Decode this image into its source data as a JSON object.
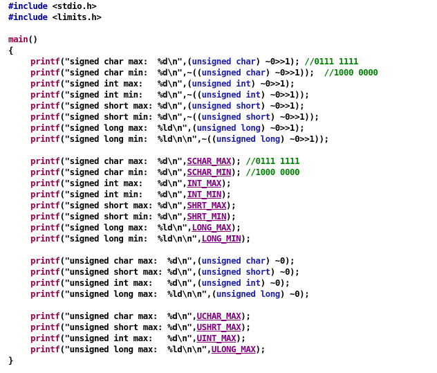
{
  "colors": {
    "preprocessor": "#0000a0",
    "function": "#a0004b",
    "keyword": "#2020a8",
    "macro": "#800080",
    "comment": "#008000",
    "text": "#000000",
    "background": "#ffffff"
  },
  "lines": [
    {
      "indent": 0,
      "tokens": [
        {
          "t": "pp",
          "v": "#include"
        },
        {
          "t": "tx",
          "v": " <stdio.h>"
        }
      ]
    },
    {
      "indent": 0,
      "tokens": [
        {
          "t": "pp",
          "v": "#include"
        },
        {
          "t": "tx",
          "v": " <limits.h>"
        }
      ]
    },
    {
      "indent": 0,
      "tokens": []
    },
    {
      "indent": 0,
      "tokens": [
        {
          "t": "fn",
          "v": "main"
        },
        {
          "t": "tx",
          "v": "()"
        }
      ]
    },
    {
      "indent": 0,
      "tokens": [
        {
          "t": "tx",
          "v": "{"
        }
      ]
    },
    {
      "indent": 1,
      "tokens": [
        {
          "t": "fn",
          "v": "printf"
        },
        {
          "t": "tx",
          "v": "(\"signed char max:  %d\\n\",("
        },
        {
          "t": "kw",
          "v": "unsigned char"
        },
        {
          "t": "tx",
          "v": ") ~0>>1); "
        },
        {
          "t": "cm",
          "v": "//0111 1111"
        }
      ]
    },
    {
      "indent": 1,
      "tokens": [
        {
          "t": "fn",
          "v": "printf"
        },
        {
          "t": "tx",
          "v": "(\"signed char min:  %d\\n\",~(("
        },
        {
          "t": "kw",
          "v": "unsigned char"
        },
        {
          "t": "tx",
          "v": ") ~0>>1));  "
        },
        {
          "t": "cm",
          "v": "//1000 0000"
        }
      ]
    },
    {
      "indent": 1,
      "tokens": [
        {
          "t": "fn",
          "v": "printf"
        },
        {
          "t": "tx",
          "v": "(\"signed int max:   %d\\n\",("
        },
        {
          "t": "kw",
          "v": "unsigned int"
        },
        {
          "t": "tx",
          "v": ") ~0>>1);"
        }
      ]
    },
    {
      "indent": 1,
      "tokens": [
        {
          "t": "fn",
          "v": "printf"
        },
        {
          "t": "tx",
          "v": "(\"signed int min:   %d\\n\",~(("
        },
        {
          "t": "kw",
          "v": "unsigned int"
        },
        {
          "t": "tx",
          "v": ") ~0>>1));"
        }
      ]
    },
    {
      "indent": 1,
      "tokens": [
        {
          "t": "fn",
          "v": "printf"
        },
        {
          "t": "tx",
          "v": "(\"signed short max: %d\\n\",("
        },
        {
          "t": "kw",
          "v": "unsigned short"
        },
        {
          "t": "tx",
          "v": ") ~0>>1);"
        }
      ]
    },
    {
      "indent": 1,
      "tokens": [
        {
          "t": "fn",
          "v": "printf"
        },
        {
          "t": "tx",
          "v": "(\"signed short min: %d\\n\",~(("
        },
        {
          "t": "kw",
          "v": "unsigned short"
        },
        {
          "t": "tx",
          "v": ") ~0>>1));"
        }
      ]
    },
    {
      "indent": 1,
      "tokens": [
        {
          "t": "fn",
          "v": "printf"
        },
        {
          "t": "tx",
          "v": "(\"signed long max:  %ld\\n\",("
        },
        {
          "t": "kw",
          "v": "unsigned long"
        },
        {
          "t": "tx",
          "v": ") ~0>>1);"
        }
      ]
    },
    {
      "indent": 1,
      "tokens": [
        {
          "t": "fn",
          "v": "printf"
        },
        {
          "t": "tx",
          "v": "(\"signed long min:  %ld\\n\\n\",~(("
        },
        {
          "t": "kw",
          "v": "unsigned long"
        },
        {
          "t": "tx",
          "v": ") ~0>>1));"
        }
      ]
    },
    {
      "indent": 0,
      "tokens": []
    },
    {
      "indent": 1,
      "tokens": [
        {
          "t": "fn",
          "v": "printf"
        },
        {
          "t": "tx",
          "v": "(\"signed char max:  %d\\n\","
        },
        {
          "t": "mac",
          "v": "SCHAR_MAX"
        },
        {
          "t": "tx",
          "v": "); "
        },
        {
          "t": "cm",
          "v": "//0111 1111"
        }
      ]
    },
    {
      "indent": 1,
      "tokens": [
        {
          "t": "fn",
          "v": "printf"
        },
        {
          "t": "tx",
          "v": "(\"signed char min:  %d\\n\","
        },
        {
          "t": "mac",
          "v": "SCHAR_MIN"
        },
        {
          "t": "tx",
          "v": "); "
        },
        {
          "t": "cm",
          "v": "//1000 0000"
        }
      ]
    },
    {
      "indent": 1,
      "tokens": [
        {
          "t": "fn",
          "v": "printf"
        },
        {
          "t": "tx",
          "v": "(\"signed int max:   %d\\n\","
        },
        {
          "t": "mac",
          "v": "INT_MAX"
        },
        {
          "t": "tx",
          "v": ");"
        }
      ]
    },
    {
      "indent": 1,
      "tokens": [
        {
          "t": "fn",
          "v": "printf"
        },
        {
          "t": "tx",
          "v": "(\"signed int min:   %d\\n\","
        },
        {
          "t": "mac",
          "v": "INT_MIN"
        },
        {
          "t": "tx",
          "v": ");"
        }
      ]
    },
    {
      "indent": 1,
      "tokens": [
        {
          "t": "fn",
          "v": "printf"
        },
        {
          "t": "tx",
          "v": "(\"signed short max: %d\\n\","
        },
        {
          "t": "mac",
          "v": "SHRT_MAX"
        },
        {
          "t": "tx",
          "v": ");"
        }
      ]
    },
    {
      "indent": 1,
      "tokens": [
        {
          "t": "fn",
          "v": "printf"
        },
        {
          "t": "tx",
          "v": "(\"signed short min: %d\\n\","
        },
        {
          "t": "mac",
          "v": "SHRT_MIN"
        },
        {
          "t": "tx",
          "v": ");"
        }
      ]
    },
    {
      "indent": 1,
      "tokens": [
        {
          "t": "fn",
          "v": "printf"
        },
        {
          "t": "tx",
          "v": "(\"signed long max:  %ld\\n\","
        },
        {
          "t": "mac",
          "v": "LONG_MAX"
        },
        {
          "t": "tx",
          "v": ");"
        }
      ]
    },
    {
      "indent": 1,
      "tokens": [
        {
          "t": "fn",
          "v": "printf"
        },
        {
          "t": "tx",
          "v": "(\"signed long min:  %ld\\n\\n\","
        },
        {
          "t": "mac",
          "v": "LONG_MIN"
        },
        {
          "t": "tx",
          "v": ");"
        }
      ]
    },
    {
      "indent": 0,
      "tokens": []
    },
    {
      "indent": 1,
      "tokens": [
        {
          "t": "fn",
          "v": "printf"
        },
        {
          "t": "tx",
          "v": "(\"unsigned char max:  %d\\n\",("
        },
        {
          "t": "kw",
          "v": "unsigned char"
        },
        {
          "t": "tx",
          "v": ") ~0);"
        }
      ]
    },
    {
      "indent": 1,
      "tokens": [
        {
          "t": "fn",
          "v": "printf"
        },
        {
          "t": "tx",
          "v": "(\"unsigned short max: %d\\n\",("
        },
        {
          "t": "kw",
          "v": "unsigned short"
        },
        {
          "t": "tx",
          "v": ") ~0);"
        }
      ]
    },
    {
      "indent": 1,
      "tokens": [
        {
          "t": "fn",
          "v": "printf"
        },
        {
          "t": "tx",
          "v": "(\"unsigned int max:   %d\\n\",("
        },
        {
          "t": "kw",
          "v": "unsigned int"
        },
        {
          "t": "tx",
          "v": ") ~0);"
        }
      ]
    },
    {
      "indent": 1,
      "tokens": [
        {
          "t": "fn",
          "v": "printf"
        },
        {
          "t": "tx",
          "v": "(\"unsigned long max:  %ld\\n\\n\",("
        },
        {
          "t": "kw",
          "v": "unsigned long"
        },
        {
          "t": "tx",
          "v": ") ~0);"
        }
      ]
    },
    {
      "indent": 0,
      "tokens": []
    },
    {
      "indent": 1,
      "tokens": [
        {
          "t": "fn",
          "v": "printf"
        },
        {
          "t": "tx",
          "v": "(\"unsigned char max:  %d\\n\","
        },
        {
          "t": "mac",
          "v": "UCHAR_MAX"
        },
        {
          "t": "tx",
          "v": ");"
        }
      ]
    },
    {
      "indent": 1,
      "tokens": [
        {
          "t": "fn",
          "v": "printf"
        },
        {
          "t": "tx",
          "v": "(\"unsigned short max: %d\\n\","
        },
        {
          "t": "mac",
          "v": "USHRT_MAX"
        },
        {
          "t": "tx",
          "v": ");"
        }
      ]
    },
    {
      "indent": 1,
      "tokens": [
        {
          "t": "fn",
          "v": "printf"
        },
        {
          "t": "tx",
          "v": "(\"unsigned int max:   %d\\n\","
        },
        {
          "t": "mac",
          "v": "UINT_MAX"
        },
        {
          "t": "tx",
          "v": ");"
        }
      ]
    },
    {
      "indent": 1,
      "tokens": [
        {
          "t": "fn",
          "v": "printf"
        },
        {
          "t": "tx",
          "v": "(\"unsigned long max:  %ld\\n\\n\","
        },
        {
          "t": "mac",
          "v": "ULONG_MAX"
        },
        {
          "t": "tx",
          "v": ");"
        }
      ]
    },
    {
      "indent": 0,
      "tokens": [
        {
          "t": "tx",
          "v": "}"
        }
      ]
    }
  ]
}
